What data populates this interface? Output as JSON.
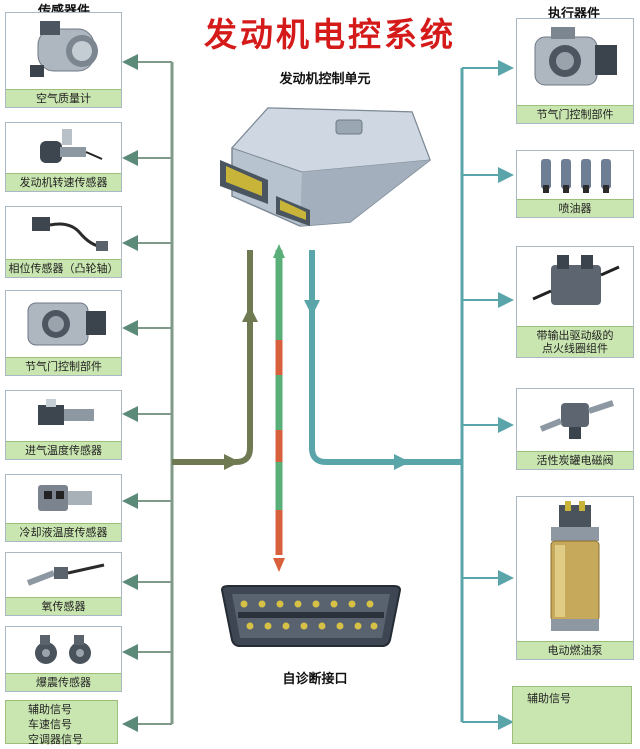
{
  "title": "发动机电控系统",
  "sensors_header": "传感器件",
  "actuators_header": "执行器件",
  "ecu_label": "发动机控制单元",
  "obd_label": "自诊断接口",
  "sensors": [
    {
      "label": "空气质量计",
      "icon": "air-mass-meter-icon"
    },
    {
      "label": "发动机转速传感器",
      "icon": "engine-speed-sensor-icon"
    },
    {
      "label": "相位传感器（凸轮轴）",
      "icon": "phase-sensor-icon"
    },
    {
      "label": "节气门控制部件",
      "icon": "throttle-body-icon"
    },
    {
      "label": "进气温度传感器",
      "icon": "intake-temp-sensor-icon"
    },
    {
      "label": "冷却液温度传感器",
      "icon": "coolant-temp-sensor-icon"
    },
    {
      "label": "氧传感器",
      "icon": "oxygen-sensor-icon"
    },
    {
      "label": "爆震传感器",
      "icon": "knock-sensor-icon"
    }
  ],
  "sensor_aux": [
    "辅助信号",
    "车速信号",
    "空调器信号"
  ],
  "actuators": [
    {
      "label": "节气门控制部件",
      "icon": "throttle-actuator-icon"
    },
    {
      "label": "喷油器",
      "icon": "injector-icon"
    },
    {
      "label": "带输出驱动级的",
      "label2": "点火线圈组件",
      "icon": "ignition-coil-icon"
    },
    {
      "label": "活性炭罐电磁阀",
      "icon": "canister-valve-icon"
    },
    {
      "label": "电动燃油泵",
      "icon": "fuel-pump-icon"
    }
  ],
  "actuator_aux": "辅助信号",
  "colors": {
    "title": "#d51a1a",
    "label_bg": "#c9e5b0",
    "sensor_line": "#6f7a52",
    "actuator_line": "#5aa5aa",
    "diag_green": "#5aaf78",
    "diag_red": "#d9603c"
  }
}
